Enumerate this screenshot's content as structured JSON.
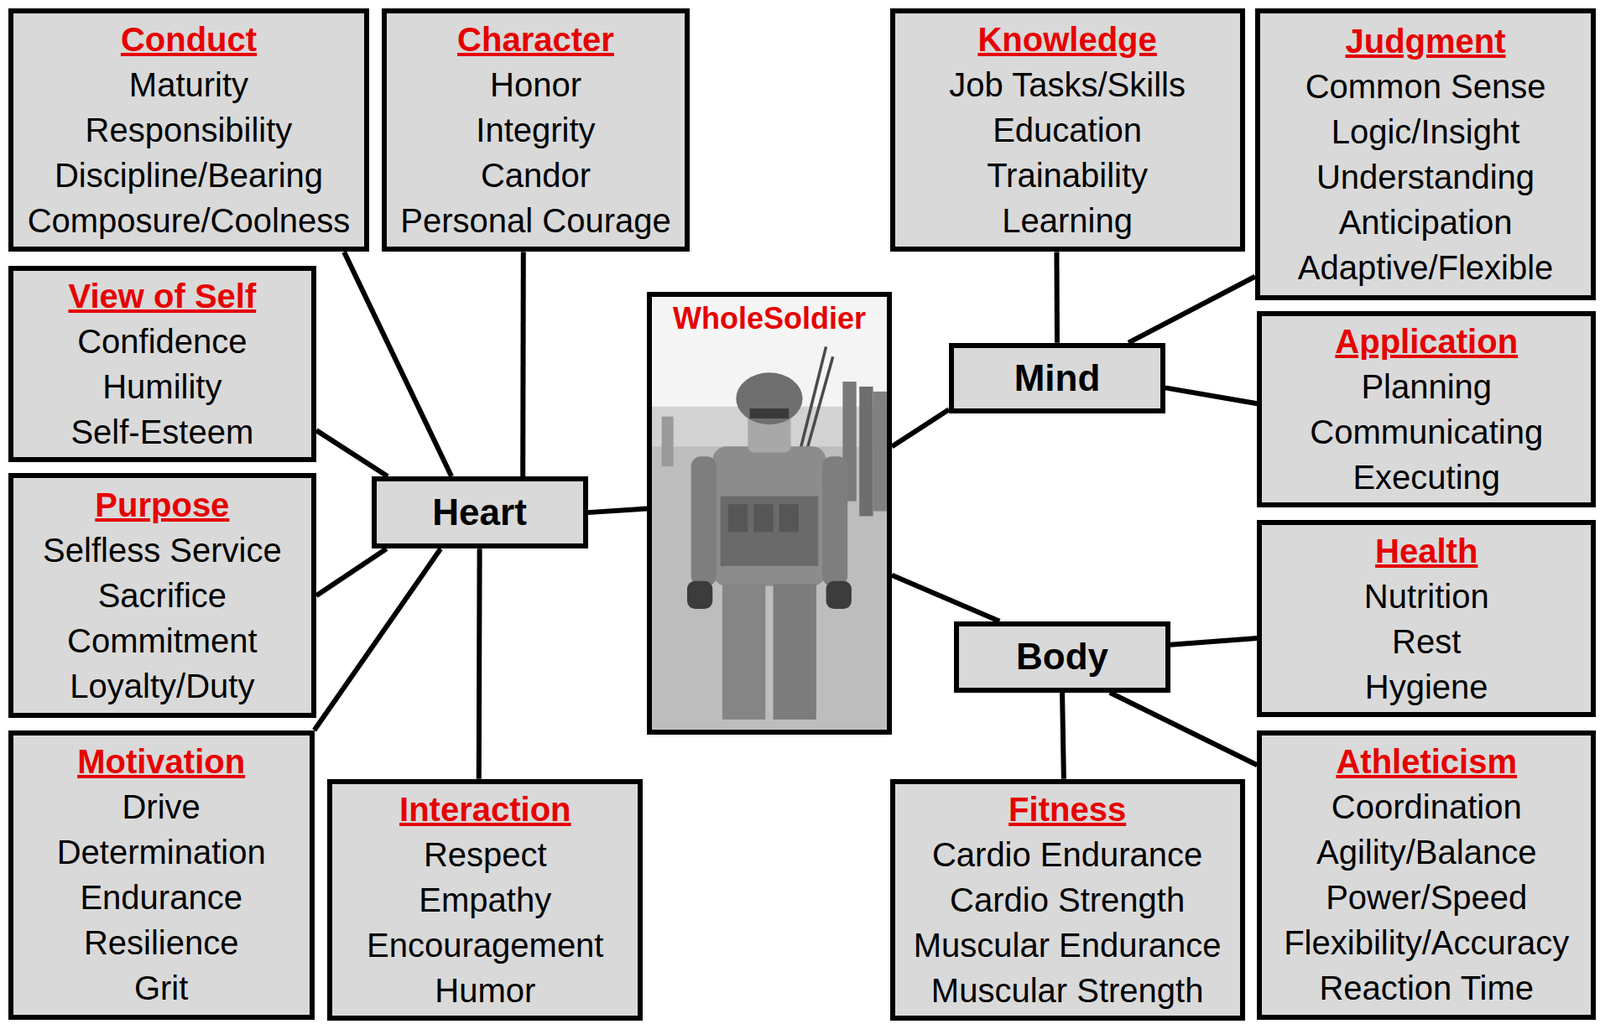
{
  "diagram": {
    "nodes": [
      {
        "text": [
          "WholeSoldier"
        ]
      },
      {
        "text": [
          "Heart"
        ]
      },
      {
        "text": [
          "Mind"
        ]
      },
      {
        "text": [
          "Body"
        ]
      },
      {
        "text": [
          "Conduct",
          "Maturity",
          "Responsibility",
          "Discipline/Bearing",
          "Composure/Coolness"
        ]
      },
      {
        "text": [
          "Character",
          "Honor",
          "Integrity",
          "Candor",
          "Personal Courage"
        ]
      },
      {
        "text": [
          "View of Self",
          "Confidence",
          "Humility",
          "Self-Esteem"
        ]
      },
      {
        "text": [
          "Purpose",
          "Selfless Service",
          "Sacrifice",
          "Commitment",
          "Loyalty/Duty"
        ]
      },
      {
        "text": [
          "Motivation",
          "Drive",
          "Determination",
          "Endurance",
          "Resilience",
          "Grit"
        ]
      },
      {
        "text": [
          "Interaction",
          "Respect",
          "Empathy",
          "Encouragement",
          "Humor"
        ]
      },
      {
        "text": [
          "Knowledge",
          "Job Tasks/Skills",
          "Education",
          "Trainability",
          "Learning"
        ]
      },
      {
        "text": [
          "Judgment",
          "Common Sense",
          "Logic/Insight",
          "Understanding",
          "Anticipation",
          "Adaptive/Flexible"
        ]
      },
      {
        "text": [
          "Application",
          "Planning",
          "Communicating",
          "Executing"
        ]
      },
      {
        "text": [
          "Health",
          "Nutrition",
          "Rest",
          "Hygiene"
        ]
      },
      {
        "text": [
          "Fitness",
          "Cardio Endurance",
          "Cardio Strength",
          "Muscular Endurance",
          "Muscular Strength"
        ]
      },
      {
        "text": [
          "Athleticism",
          "Coordination",
          "Agility/Balance",
          "Power/Speed",
          "Flexibility/Accuracy",
          "Reaction Time"
        ]
      }
    ],
    "edges": [
      {
        "from": 0,
        "to": 1,
        "arrow": "none"
      },
      {
        "from": 0,
        "to": 2,
        "arrow": "none"
      },
      {
        "from": 0,
        "to": 3,
        "arrow": "none"
      },
      {
        "from": 1,
        "to": 4,
        "arrow": "none"
      },
      {
        "from": 1,
        "to": 5,
        "arrow": "none"
      },
      {
        "from": 1,
        "to": 6,
        "arrow": "none"
      },
      {
        "from": 1,
        "to": 7,
        "arrow": "none"
      },
      {
        "from": 1,
        "to": 8,
        "arrow": "none"
      },
      {
        "from": 1,
        "to": 9,
        "arrow": "none"
      },
      {
        "from": 2,
        "to": 10,
        "arrow": "none"
      },
      {
        "from": 2,
        "to": 11,
        "arrow": "none"
      },
      {
        "from": 2,
        "to": 12,
        "arrow": "none"
      },
      {
        "from": 3,
        "to": 13,
        "arrow": "none"
      },
      {
        "from": 3,
        "to": 14,
        "arrow": "none"
      },
      {
        "from": 3,
        "to": 15,
        "arrow": "none"
      }
    ]
  }
}
